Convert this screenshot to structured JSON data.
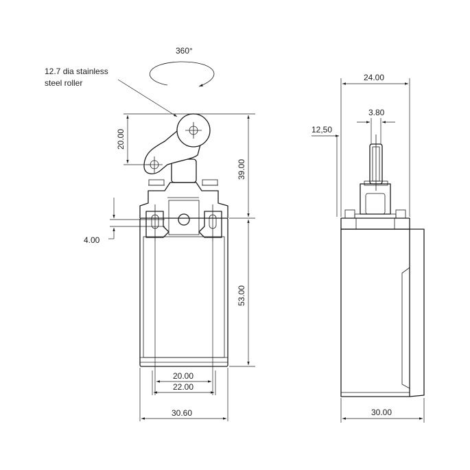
{
  "annotations": {
    "rotation": "360°",
    "roller_note_line1": "12.7 dia stainless",
    "roller_note_line2": "steel roller"
  },
  "front_view": {
    "arm_length": "20.00",
    "overall_height": "39.00",
    "body_height": "53.00",
    "hole_offset": "4.00",
    "hole_spacing": "20.00",
    "inner_width": "22.00",
    "body_width": "30.60"
  },
  "side_view": {
    "overall_width": "24.00",
    "plunger_width": "3.80",
    "offset": "12,50",
    "body_depth": "30.00"
  }
}
